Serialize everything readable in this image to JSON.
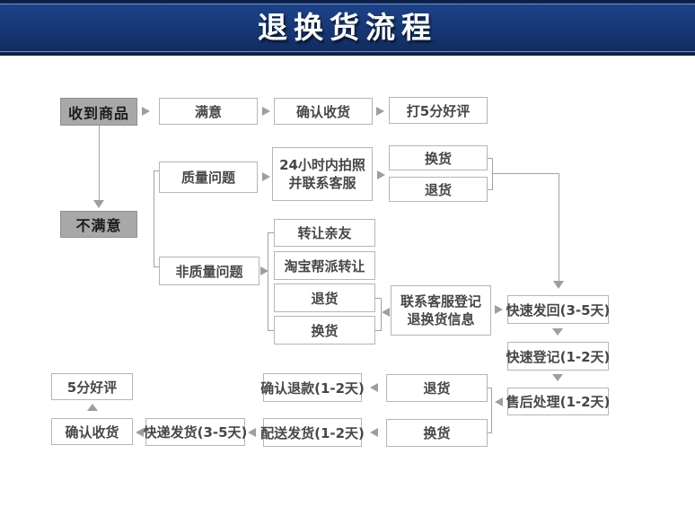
{
  "header": {
    "title": "退换货流程"
  },
  "flow": {
    "received": "收到商品",
    "satisfied": "满意",
    "confirm_receipt": "确认收货",
    "give_five_star": "打5分好评",
    "quality_issue": "质量问题",
    "photo_contact": "24小时内拍照\n并联系客服",
    "exchange_q": "换货",
    "return_q": "退货",
    "unsatisfied": "不满意",
    "non_quality_issue": "非质量问题",
    "transfer_friends": "转让亲友",
    "taobao_transfer": "淘宝帮派转让",
    "return_nq": "退货",
    "exchange_nq": "换货",
    "contact_cs": "联系客服登记\n退换货信息",
    "fast_send_back": "快速发回(3-5天)",
    "fast_register": "快速登记(1-2天)",
    "after_sale": "售后处理(1-2天)",
    "return_btm": "退货",
    "exchange_btm": "换货",
    "confirm_refund": "确认退款(1-2天)",
    "dispatch": "配送发货(1-2天)",
    "express": "快递发货(3-5天)",
    "confirm_receipt_btm": "确认收货",
    "five_star_btm": "5分好评"
  },
  "colors": {
    "banner_body": "#183a78",
    "banner_edge": "#0a1c40",
    "banner_line": "#6f8fc5",
    "box_border": "#b5b5b5",
    "box_text": "#474747",
    "gray_box_bg": "#a8a8a8",
    "connector": "#a3a3a3"
  }
}
